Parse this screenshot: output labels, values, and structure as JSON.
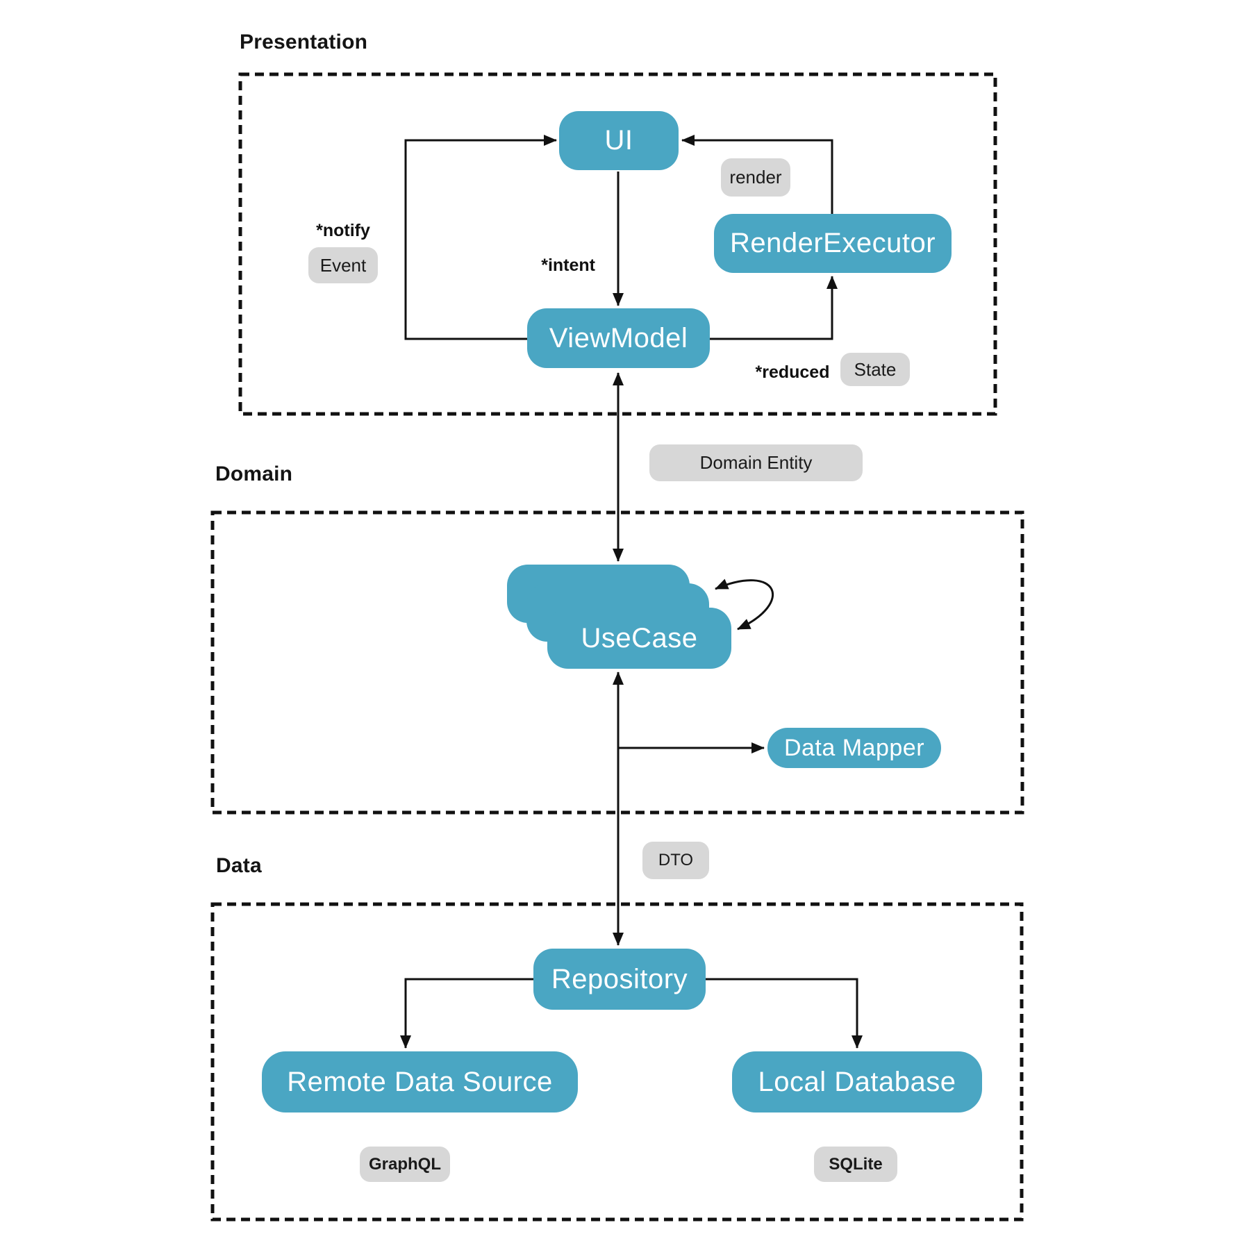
{
  "colors": {
    "node": "#4AA6C3",
    "chip": "#D7D7D7",
    "line": "#111111",
    "node_text": "#FFFFFF",
    "dark_text": "#141414"
  },
  "sections": {
    "presentation": {
      "label": "Presentation"
    },
    "domain": {
      "label": "Domain"
    },
    "data": {
      "label": "Data"
    }
  },
  "nodes": {
    "ui": {
      "label": "UI"
    },
    "render_executor": {
      "label": "RenderExecutor"
    },
    "viewmodel": {
      "label": "ViewModel"
    },
    "usecase": {
      "label": "UseCase"
    },
    "data_mapper": {
      "label": "Data Mapper"
    },
    "repository": {
      "label": "Repository"
    },
    "remote_data_source": {
      "label": "Remote Data Source"
    },
    "local_database": {
      "label": "Local Database"
    }
  },
  "chips": {
    "event": {
      "label": "Event"
    },
    "render": {
      "label": "render"
    },
    "state": {
      "label": "State"
    },
    "domain_entity": {
      "label": "Domain Entity"
    },
    "dto": {
      "label": "DTO"
    },
    "graphql": {
      "label": "GraphQL"
    },
    "sqlite": {
      "label": "SQLite"
    }
  },
  "edge_labels": {
    "notify": "*notify",
    "intent": "*intent",
    "reduced": "*reduced"
  }
}
